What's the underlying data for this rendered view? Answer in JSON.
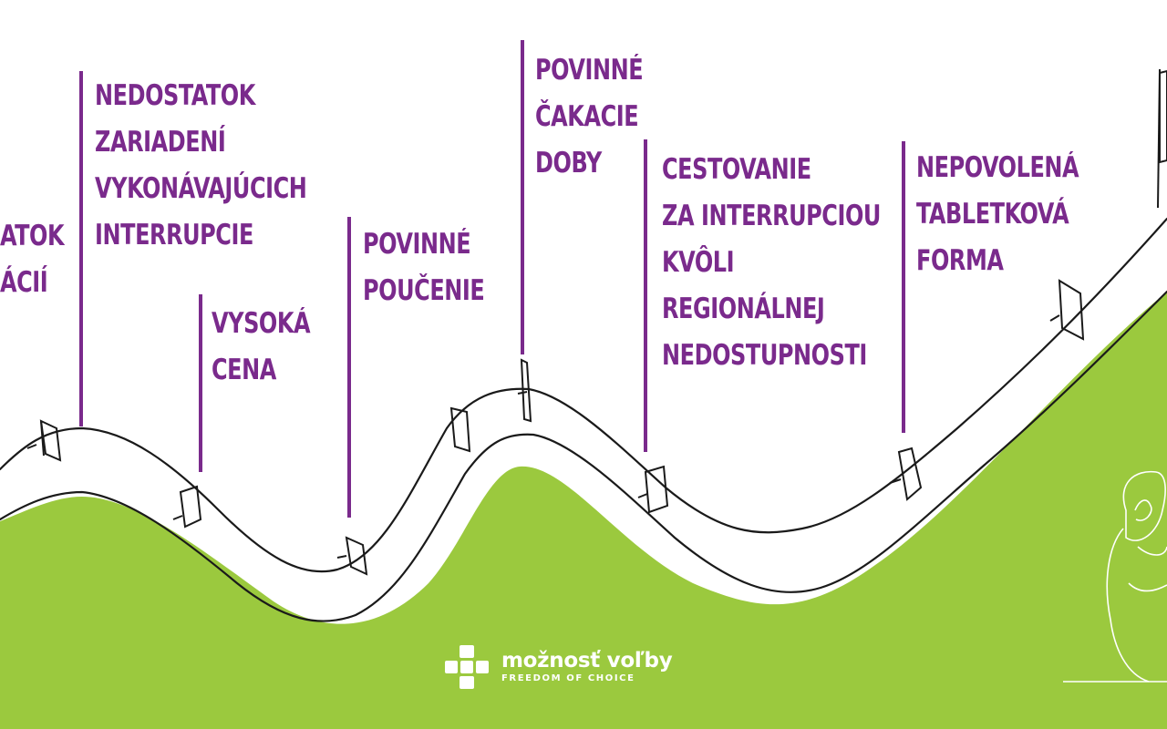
{
  "colors": {
    "accent_purple": "#7a2a8c",
    "hill_green": "#9bc93e",
    "road_ink": "#1a1a1a",
    "logo_white": "#ffffff"
  },
  "labels": [
    {
      "id": "nedostatok-informacii",
      "lines": [
        "ATOK",
        "ÁCIÍ"
      ]
    },
    {
      "id": "nedostatok-zariadeni",
      "lines": [
        "NEDOSTATOK",
        "ZARIADENÍ",
        "VYKONÁVAJÚCICH",
        "INTERRUPCIE"
      ]
    },
    {
      "id": "vysoka-cena",
      "lines": [
        "VYSOKÁ",
        "CENA"
      ]
    },
    {
      "id": "povinne-poucenie",
      "lines": [
        "POVINNÉ",
        "POUČENIE"
      ]
    },
    {
      "id": "povinne-cakacie-doby",
      "lines": [
        "POVINNÉ",
        "ČAKACIE",
        "DOBY"
      ]
    },
    {
      "id": "cestovanie",
      "lines": [
        "CESTOVANIE",
        "ZA INTERRUPCIOU",
        "KVÔLI",
        "REGIONÁLNEJ",
        "NEDOSTUPNOSTI"
      ]
    },
    {
      "id": "nepovolena-tabletkova-forma",
      "lines": [
        "NEPOVOLENÁ",
        "TABLETKOVÁ",
        "FORMA"
      ]
    }
  ],
  "logo": {
    "title": "možnosť voľby",
    "subtitle": "FREEDOM OF CHOICE"
  },
  "icons": [
    "hurdle-icon",
    "flag-icon",
    "seated-person-icon",
    "cross-logo-icon"
  ]
}
